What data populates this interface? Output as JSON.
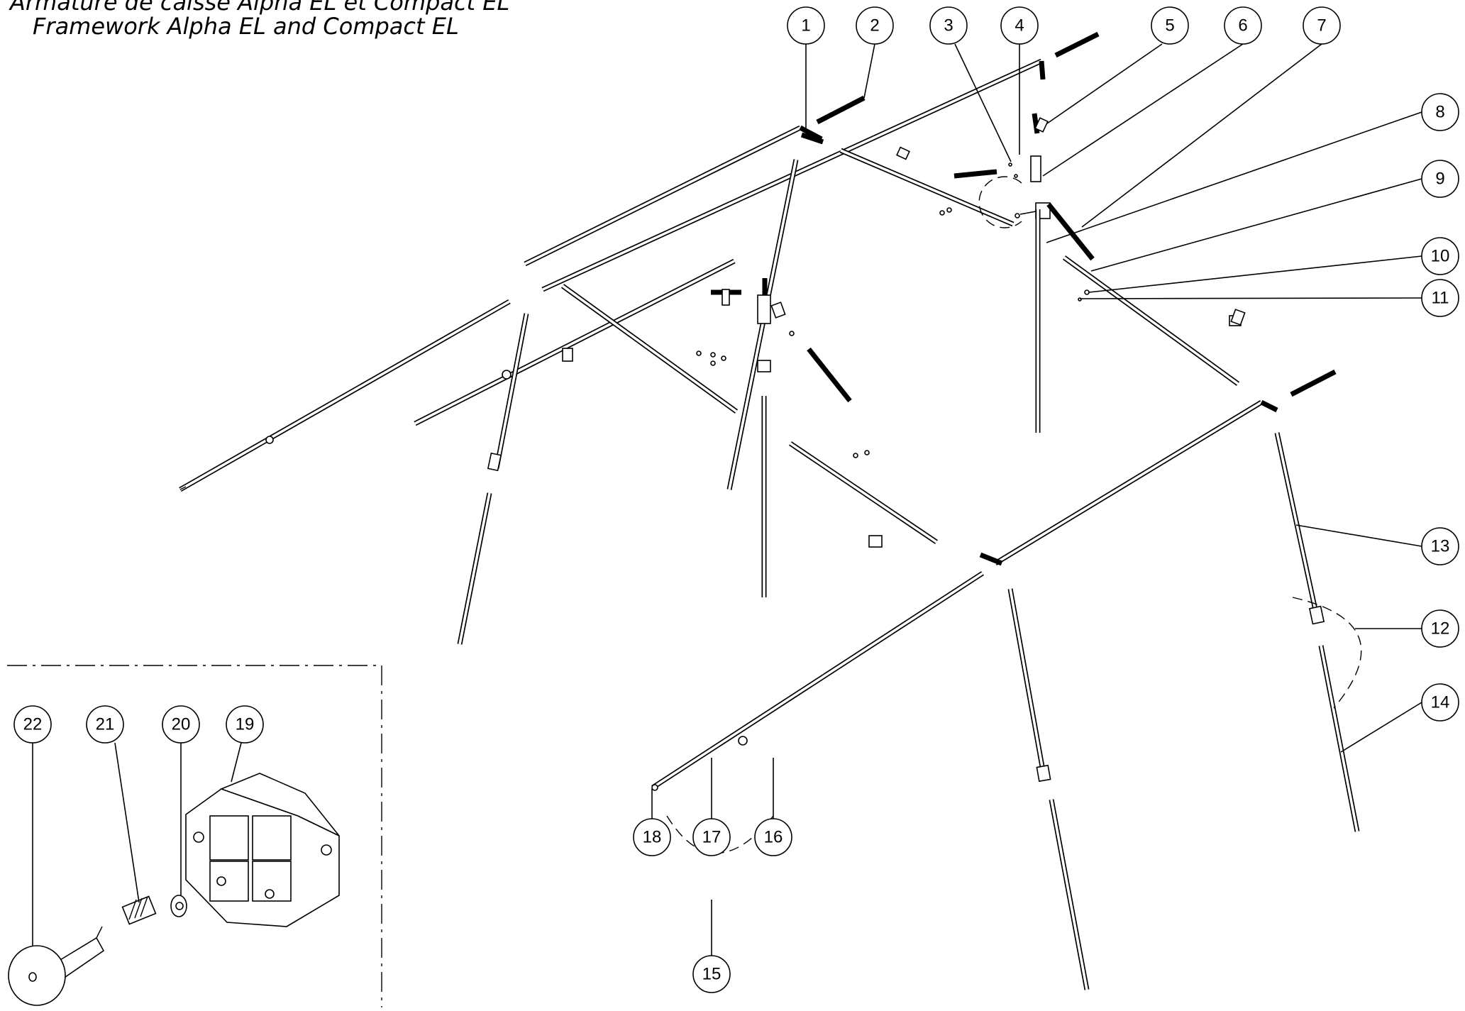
{
  "title": {
    "line1": "Armature de caisse Alpha EL et Compact EL",
    "line2": "Framework Alpha EL and Compact EL"
  },
  "callouts": [
    {
      "id": "1",
      "label": "1"
    },
    {
      "id": "2",
      "label": "2"
    },
    {
      "id": "3",
      "label": "3"
    },
    {
      "id": "4",
      "label": "4"
    },
    {
      "id": "5",
      "label": "5"
    },
    {
      "id": "6",
      "label": "6"
    },
    {
      "id": "7",
      "label": "7"
    },
    {
      "id": "8",
      "label": "8"
    },
    {
      "id": "9",
      "label": "9"
    },
    {
      "id": "10",
      "label": "10"
    },
    {
      "id": "11",
      "label": "11"
    },
    {
      "id": "12",
      "label": "12"
    },
    {
      "id": "13",
      "label": "13"
    },
    {
      "id": "14",
      "label": "14"
    },
    {
      "id": "15",
      "label": "15"
    },
    {
      "id": "16",
      "label": "16"
    },
    {
      "id": "17",
      "label": "17"
    },
    {
      "id": "18",
      "label": "18"
    },
    {
      "id": "19",
      "label": "19"
    },
    {
      "id": "20",
      "label": "20"
    },
    {
      "id": "21",
      "label": "21"
    },
    {
      "id": "22",
      "label": "22"
    }
  ]
}
